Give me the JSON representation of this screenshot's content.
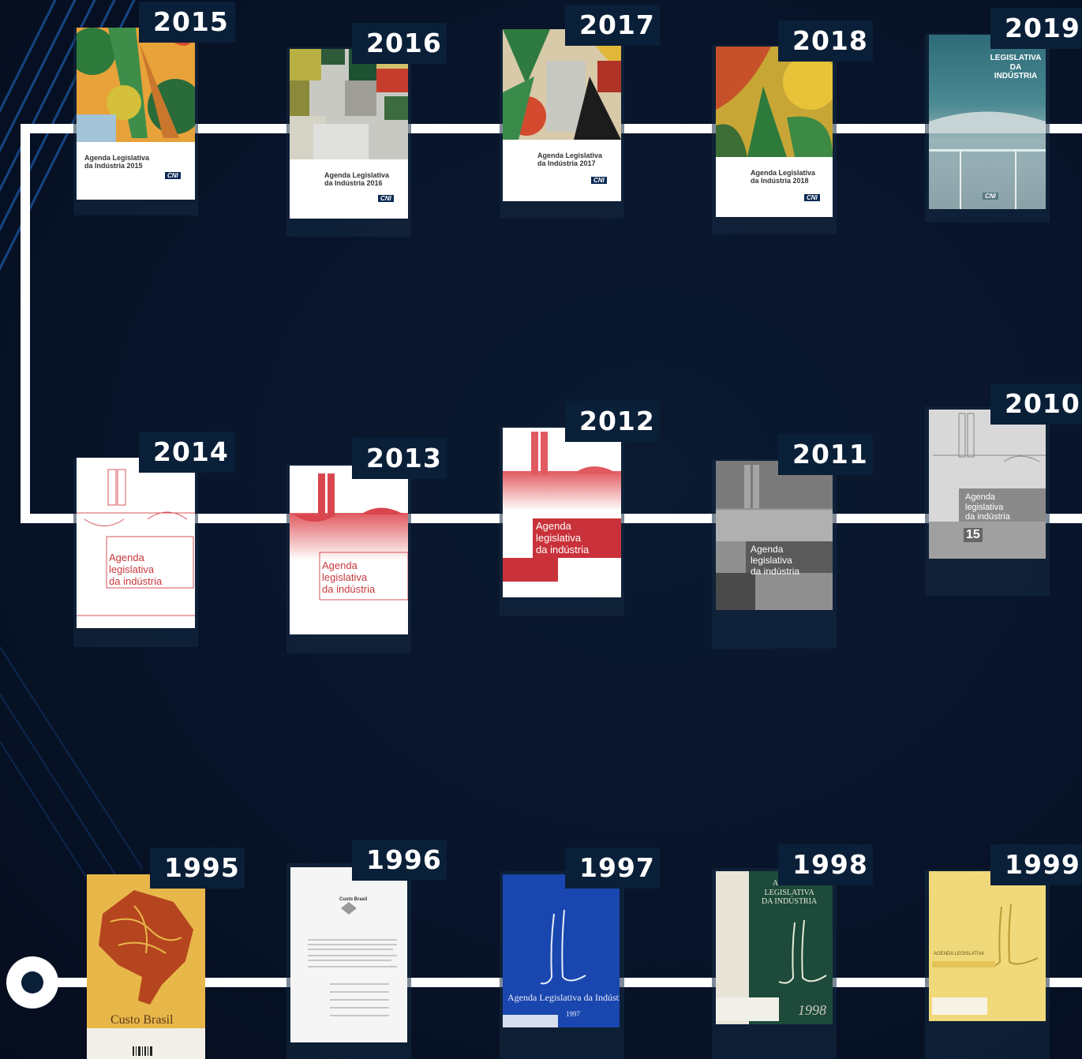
{
  "timeline": {
    "row1": [
      {
        "year": "2015",
        "title_line1": "Agenda Legislativa",
        "title_line2": "da Indústria 2015",
        "logo": "CNI"
      },
      {
        "year": "2016",
        "title_line1": "Agenda Legislativa",
        "title_line2": "da Indústria 2016",
        "logo": "CNI"
      },
      {
        "year": "2017",
        "title_line1": "Agenda Legislativa",
        "title_line2": "da Indústria 2017",
        "logo": "CNI"
      },
      {
        "year": "2018",
        "title_line1": "Agenda Legislativa",
        "title_line2": "da Indústria 2018",
        "logo": "CNI"
      },
      {
        "year": "2019",
        "title_line1": "LEGISLATIVA DA",
        "title_line2": "INDÚSTRIA",
        "logo": "CNI"
      }
    ],
    "row2": [
      {
        "year": "2014",
        "title_line1": "Agenda",
        "title_line2": "legislativa",
        "title_line3": "da indústria"
      },
      {
        "year": "2013",
        "title_line1": "Agenda",
        "title_line2": "legislativa",
        "title_line3": "da indústria"
      },
      {
        "year": "2012",
        "title_line1": "Agenda",
        "title_line2": "legislativa",
        "title_line3": "da indústria"
      },
      {
        "year": "2011",
        "title_line1": "Agenda",
        "title_line2": "legislativa",
        "title_line3": "da indústria"
      },
      {
        "year": "2010",
        "title_line1": "Agenda",
        "title_line2": "legislativa",
        "title_line3": "da indústria",
        "badge": "15"
      }
    ],
    "row3": [
      {
        "year": "1995",
        "title": "Custo Brasil"
      },
      {
        "year": "1996",
        "title": "Custo Brasil"
      },
      {
        "year": "1997",
        "title": "Agenda Legislativa da Indústria",
        "subtitle": "1997"
      },
      {
        "year": "1998",
        "title_line1": "AGENDA",
        "title_line2": "LEGISLATIVA",
        "title_line3": "DA INDÚSTRIA",
        "handwritten": "1998"
      },
      {
        "year": "1999",
        "title": "AGENDA LEGISLATIVA"
      }
    ]
  },
  "colors": {
    "background": "#08142a",
    "line": "#ffffff",
    "year_label_bg": "#0a1f38"
  }
}
